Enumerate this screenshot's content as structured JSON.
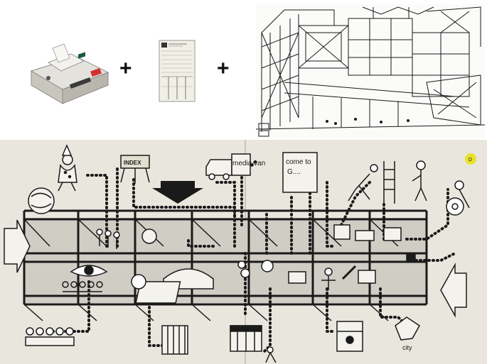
{
  "top": {
    "plus_1": "+",
    "plus_2": "+"
  },
  "diagram": {
    "label_media_van": "media van",
    "label_come_to": "come to",
    "label_come_to_dots": "G....",
    "label_city": "city",
    "label_sign": "INDEX",
    "page_marker": "D"
  },
  "colors": {
    "paper": "#e9e6dd",
    "band": "#cfcdc4",
    "ink": "#1a1a1a",
    "marker": "#e8e22a"
  }
}
